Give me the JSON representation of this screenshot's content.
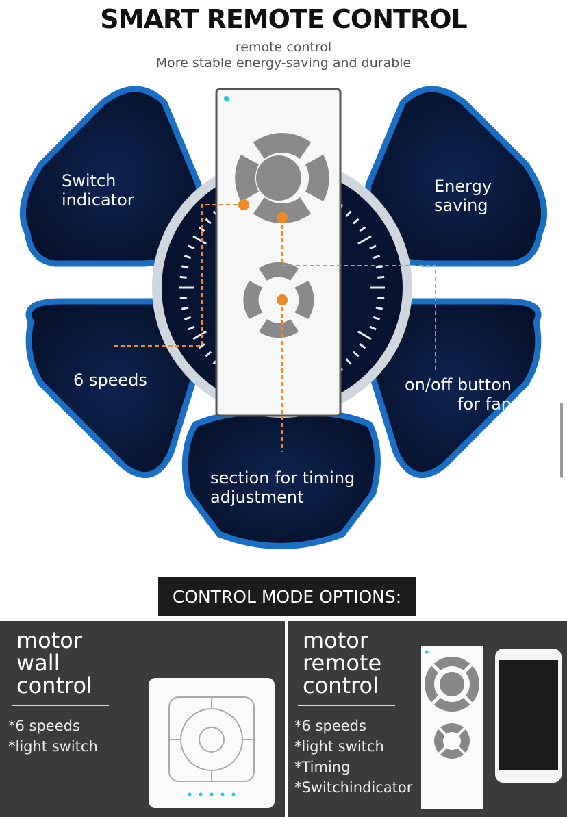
{
  "header": {
    "title": "SMART REMOTE CONTROL",
    "subtitle_1": "remote control",
    "subtitle_2": "More stable energy-saving and durable"
  },
  "features": {
    "switch_indicator": [
      "Switch",
      "indicator"
    ],
    "energy_saving": [
      "Energy",
      "saving"
    ],
    "six_speeds": "6 speeds",
    "onoff": [
      "on/off button",
      "for fan"
    ],
    "timing": [
      "section for timing",
      "adjustment"
    ]
  },
  "banner": "CONTROL MODE OPTIONS:",
  "options": [
    {
      "title": [
        "motor",
        "wall",
        "control"
      ],
      "features": [
        "*6 speeds",
        "*light switch"
      ]
    },
    {
      "title": [
        "motor",
        "remote",
        "control"
      ],
      "features": [
        "*6 speeds",
        "*light switch",
        "*Timing",
        "*Switchindicator"
      ]
    }
  ],
  "colors": {
    "accent": "#f08a24",
    "petal": "#0b1a3d",
    "rim": "#1a6fc4",
    "led": "#19c8e0"
  }
}
